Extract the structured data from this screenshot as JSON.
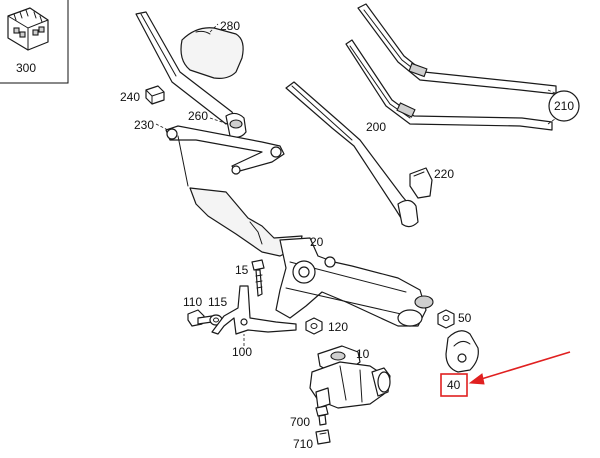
{
  "diagram": {
    "part_labels": {
      "p10": "10",
      "p15": "15",
      "p20": "20",
      "p40": "40",
      "p50": "50",
      "p100": "100",
      "p110": "110",
      "p115": "115",
      "p120": "120",
      "p200": "200",
      "p210": "210",
      "p220": "220",
      "p230": "230",
      "p240": "240",
      "p260": "260",
      "p280": "280",
      "p300": "300",
      "p700": "700",
      "p710": "710"
    },
    "highlight": {
      "part": "40",
      "color": "#e02020"
    },
    "colors": {
      "line": "#1a1a1a",
      "background": "#ffffff",
      "highlight": "#e02020"
    }
  }
}
